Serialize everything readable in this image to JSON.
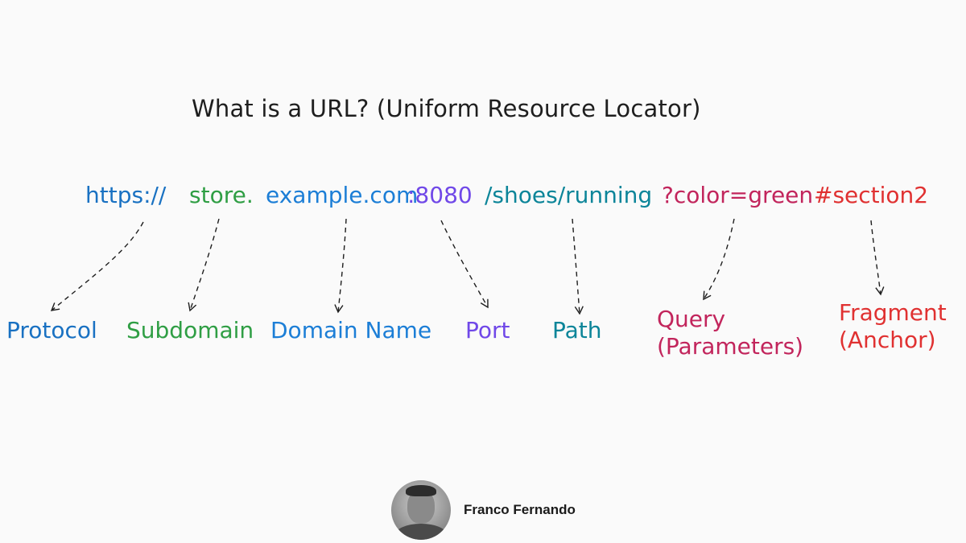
{
  "title": "What is a URL? (Uniform Resource Locator)",
  "url_parts": {
    "protocol": "https://",
    "subdomain": "store.",
    "domain": "example.com",
    "port": ":8080",
    "path": "/shoes/running",
    "query": "?color=green",
    "fragment": "#section2"
  },
  "labels": {
    "protocol": "Protocol",
    "subdomain": "Subdomain",
    "domain": "Domain Name",
    "port": "Port",
    "path": "Path",
    "query_line1": "Query",
    "query_line2": "(Parameters)",
    "fragment_line1": "Fragment",
    "fragment_line2": "(Anchor)"
  },
  "colors": {
    "protocol": "#1971c2",
    "subdomain": "#2f9e44",
    "domain": "#1c7ed6",
    "port": "#7048e8",
    "path": "#0c8599",
    "query": "#c2255c",
    "fragment": "#e03131",
    "arrow": "#1e1e1e"
  },
  "author": {
    "name": "Franco Fernando"
  }
}
